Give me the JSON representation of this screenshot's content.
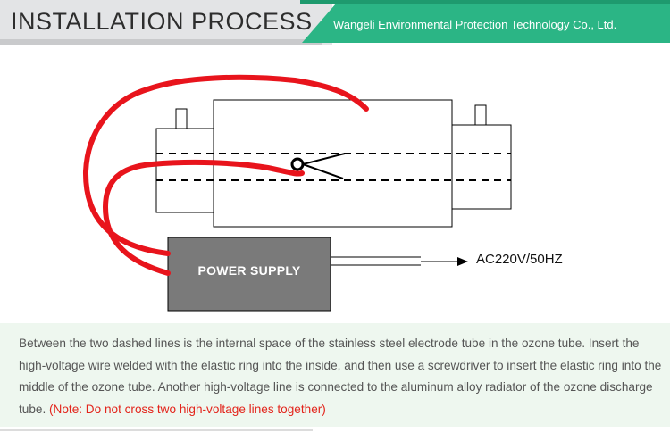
{
  "header": {
    "title": "INSTALLATION PROCESS",
    "company": "Wangeli Environmental Protection Technology Co., Ltd.",
    "colors": {
      "title_bg": "#e3e4e6",
      "company_bg": "#2bb585"
    }
  },
  "diagram": {
    "power_supply_label": "POWER SUPPLY",
    "input_label": "AC220V/50HZ",
    "colors": {
      "wire": "#e8141c",
      "power_supply": "#7a7a7a",
      "outline": "#000000"
    }
  },
  "description": {
    "text": "Between the two dashed lines is the internal space of the stainless steel electrode tube in the ozone tube. Insert the high-voltage wire welded with the elastic ring into the inside, and then use a screwdriver to insert the elastic ring into the middle of the ozone tube. Another high-voltage line is connected to the aluminum alloy radiator of the ozone discharge tube.",
    "note": "(Note: Do not cross two high-voltage lines together)",
    "colors": {
      "background": "#eef7ef",
      "note": "#e3241b"
    }
  }
}
